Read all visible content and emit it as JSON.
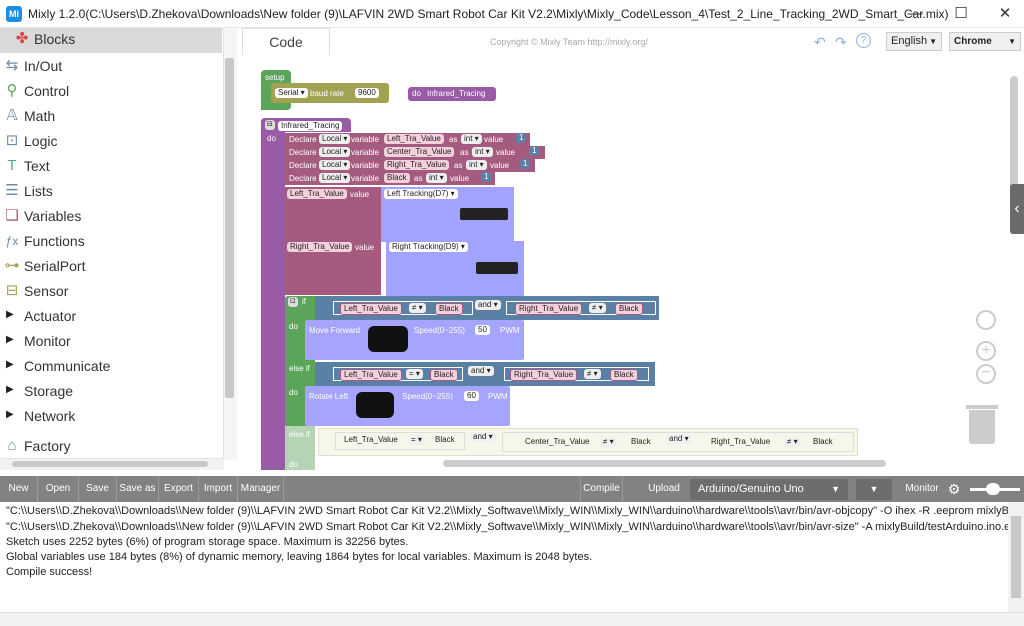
{
  "window": {
    "app_icon": "Mi",
    "title": "Mixly 1.2.0(C:\\Users\\D.Zhekova\\Downloads\\New folder (9)\\LAFVIN 2WD Smart Robot Car Kit V2.2\\Mixly\\Mixly_Code\\Lesson_4\\Test_2_Line_Tracking_2WD_Smart_Car.mix)",
    "minimize": "—",
    "maximize": "☐",
    "close": "✕"
  },
  "sidebar": {
    "items": [
      {
        "label": "Blocks",
        "icon": "puzzle-icon"
      },
      {
        "label": "In/Out",
        "icon": "inout-icon"
      },
      {
        "label": "Control",
        "icon": "control-icon"
      },
      {
        "label": "Math",
        "icon": "math-icon"
      },
      {
        "label": "Logic",
        "icon": "logic-icon"
      },
      {
        "label": "Text",
        "icon": "text-icon"
      },
      {
        "label": "Lists",
        "icon": "list-icon"
      },
      {
        "label": "Variables",
        "icon": "variables-icon"
      },
      {
        "label": "Functions",
        "icon": "function-icon"
      },
      {
        "label": "SerialPort",
        "icon": "serialport-icon"
      },
      {
        "label": "Sensor",
        "icon": "sensor-icon"
      },
      {
        "label": "Actuator",
        "icon": "arrow-right-icon"
      },
      {
        "label": "Monitor",
        "icon": "arrow-right-icon"
      },
      {
        "label": "Communicate",
        "icon": "arrow-right-icon"
      },
      {
        "label": "Storage",
        "icon": "arrow-right-icon"
      },
      {
        "label": "Network",
        "icon": "arrow-right-icon"
      },
      {
        "label": "Factory",
        "icon": "factory-icon"
      }
    ],
    "icons": {
      "arrow": "▶",
      "inout": "⇆",
      "control": "⚲",
      "math": "𝔸",
      "logic": "⊡",
      "text": "T",
      "list": "☰",
      "variables": "❏",
      "function": "ƒx",
      "serial": "⊶",
      "sensor": "⊟",
      "factory": "⌂",
      "puzzle": "✤"
    }
  },
  "header": {
    "code_tab": "Code",
    "copyright": "Copyright © Mixly Team http://mixly.org/",
    "undo": "↶",
    "redo": "↷",
    "help": "?",
    "language": "English",
    "theme": "Chrome"
  },
  "blocks": {
    "setup_label": "setup",
    "serial": "Serial",
    "baud_label": "baud rate",
    "baud_value": "9600",
    "do": "do",
    "call_name": "Infrared_Tracing",
    "func_name": "Infrared_Tracing",
    "declare": "Declare",
    "local": "Local",
    "variable": "variable",
    "as": "as",
    "int": "int",
    "value": "value",
    "var_names": [
      "Left_Tra_Value",
      "Center_Tra_Value",
      "Right_Tra_Value",
      "Black"
    ],
    "num_one": "1",
    "left_tracking": "Left Tracking(D7)",
    "right_tracking": "Right Tracking(D9)",
    "if": "if",
    "else_if": "else if",
    "and": "and",
    "neq": "≠",
    "eq": "=",
    "black": "Black",
    "move_forward": "Move Forward",
    "rotate_left": "Rotate Left",
    "speed": "Speed(0~255)",
    "speed_fwd": "50",
    "speed_rot": "60",
    "pwm": "PWM"
  },
  "toolbar": {
    "new": "New",
    "open": "Open",
    "save": "Save",
    "save_as": "Save as",
    "export": "Export",
    "import": "Import",
    "manager": "Manager",
    "compile": "Compile",
    "upload": "Upload",
    "board": "Arduino/Genuino Uno",
    "monitor": "Monitor"
  },
  "console": {
    "lines": [
      "\"C:\\\\Users\\\\D.Zhekova\\\\Downloads\\\\New folder (9)\\\\LAFVIN 2WD Smart Robot Car Kit V2.2\\\\Mixly_Softwave\\\\Mixly_WIN\\\\Mixly_WIN\\\\arduino\\\\hardware\\\\tools\\\\avr/bin/avr-objcopy\" -O ihex -R .eeprom mixlyBuild",
      "\"C:\\\\Users\\\\D.Zhekova\\\\Downloads\\\\New folder (9)\\\\LAFVIN 2WD Smart Robot Car Kit V2.2\\\\Mixly_Softwave\\\\Mixly_WIN\\\\Mixly_WIN\\\\arduino\\\\hardware\\\\tools\\\\avr/bin/avr-size\" -A mixlyBuild/testArduino.ino.elf",
      "Sketch uses 2252 bytes (6%) of program storage space. Maximum is 32256 bytes.",
      "Global variables use 184 bytes (8%) of dynamic memory, leaving 1864 bytes for local variables. Maximum is 2048 bytes.",
      "Compile success!"
    ]
  },
  "colors": {
    "setup": "#5ba55b",
    "serial": "#a2a352",
    "function": "#995ba5",
    "declare": "#a55b80",
    "sensor": "#a2a2ff",
    "logic_if": "#5ba55b",
    "compare": "#5b80a5",
    "motor": "#a5a5ff",
    "toolbar": "#828282"
  }
}
